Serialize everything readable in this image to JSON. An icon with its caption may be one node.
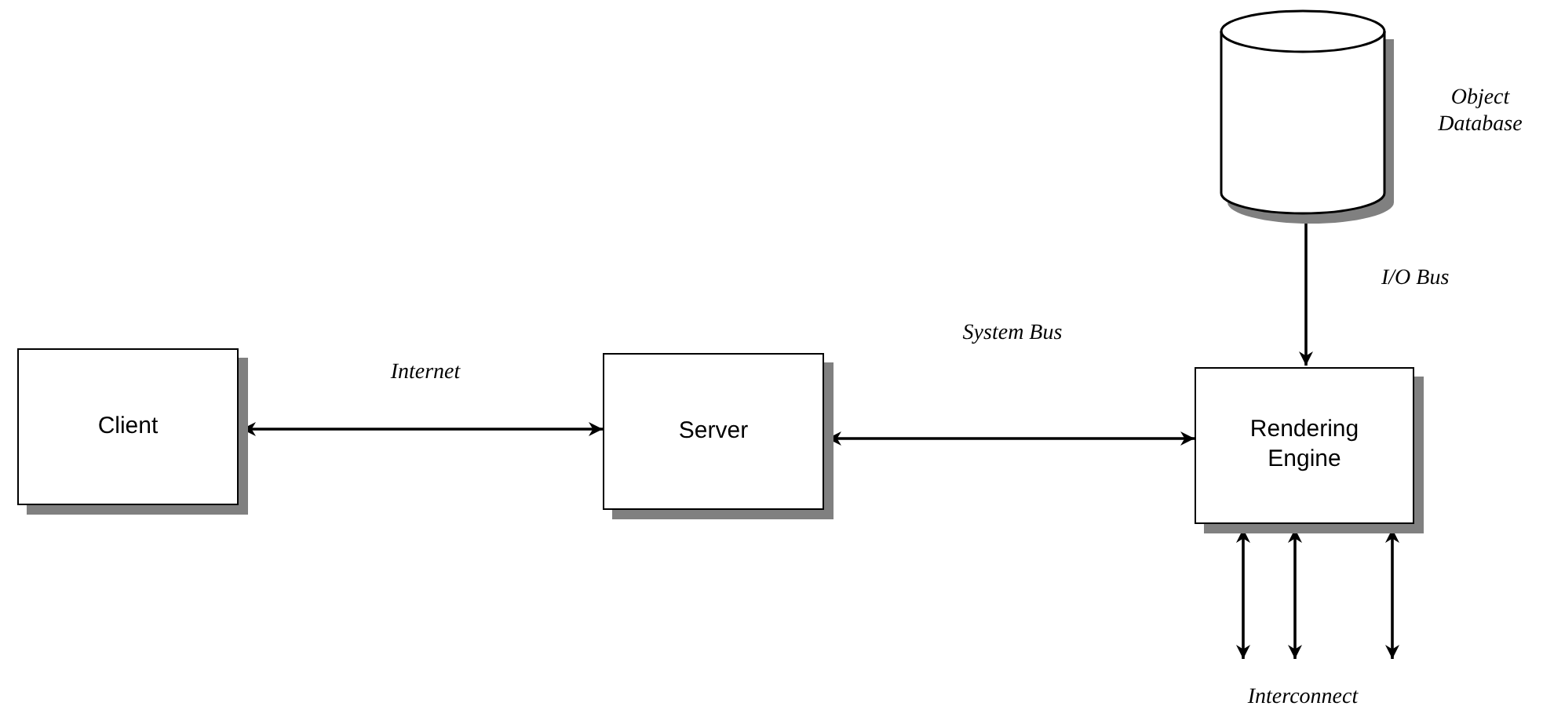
{
  "diagram": {
    "nodes": [
      {
        "text": [
          "Client"
        ]
      },
      {
        "text": [
          "Server"
        ]
      },
      {
        "text": [
          "Rendering Engine"
        ]
      },
      {
        "text": [],
        "shape": "cylinder",
        "beside": [
          "Object Database"
        ]
      }
    ],
    "edges": [
      {
        "from": 0,
        "to": 1,
        "arrow": "both",
        "label": "Internet"
      },
      {
        "from": 1,
        "to": 2,
        "arrow": "both",
        "label": "System Bus"
      },
      {
        "from": 3,
        "to": 2,
        "arrow": "to",
        "label": "I/O Bus"
      },
      {
        "from": 2,
        "to": null,
        "arrow": "both"
      },
      {
        "from": 2,
        "to": null,
        "arrow": "both"
      },
      {
        "from": 2,
        "to": null,
        "arrow": "both"
      }
    ],
    "labels": [
      "Interconnect"
    ]
  }
}
